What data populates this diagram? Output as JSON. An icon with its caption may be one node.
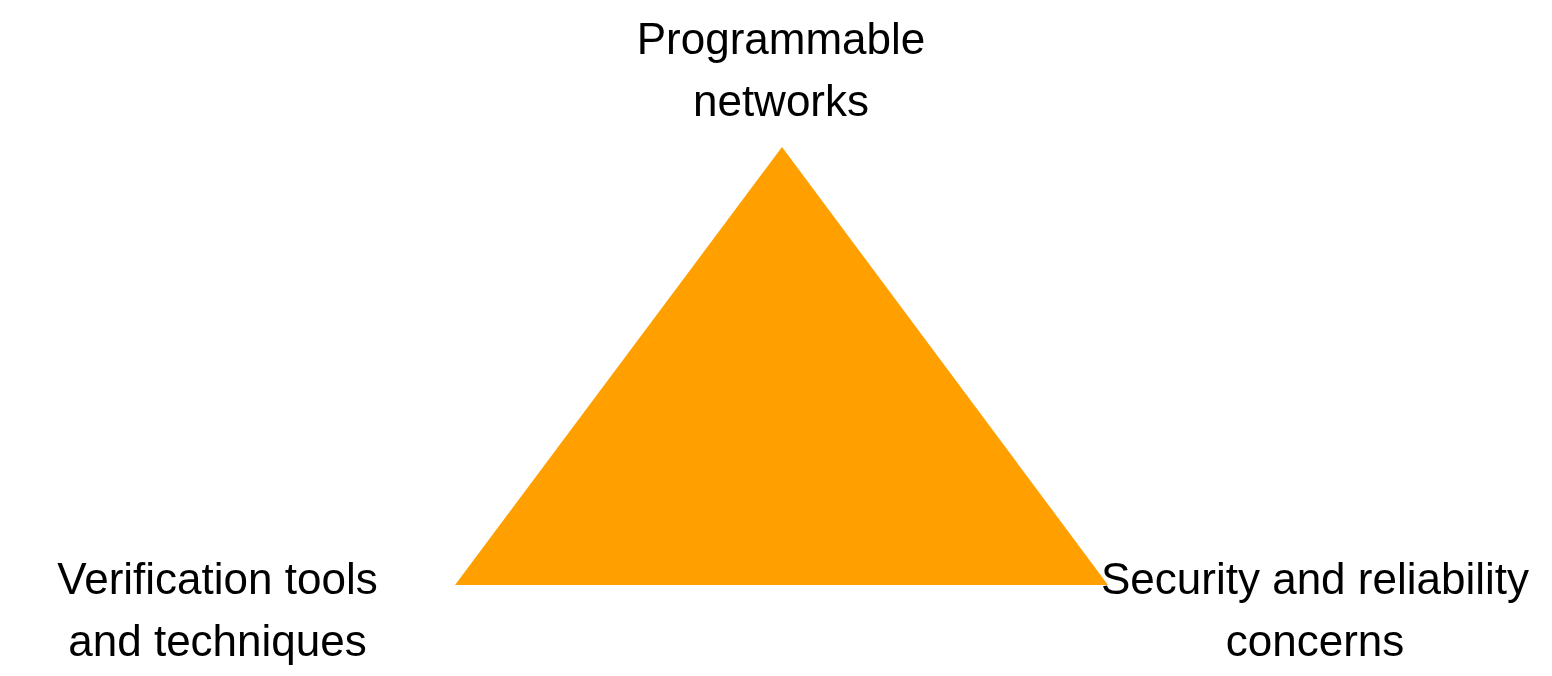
{
  "diagram": {
    "nodes": [
      {
        "text": [],
        "shape": "triangle"
      }
    ],
    "labels": [
      "Programmable networks",
      "Verification tools and techniques",
      "Security and reliability concerns"
    ]
  }
}
